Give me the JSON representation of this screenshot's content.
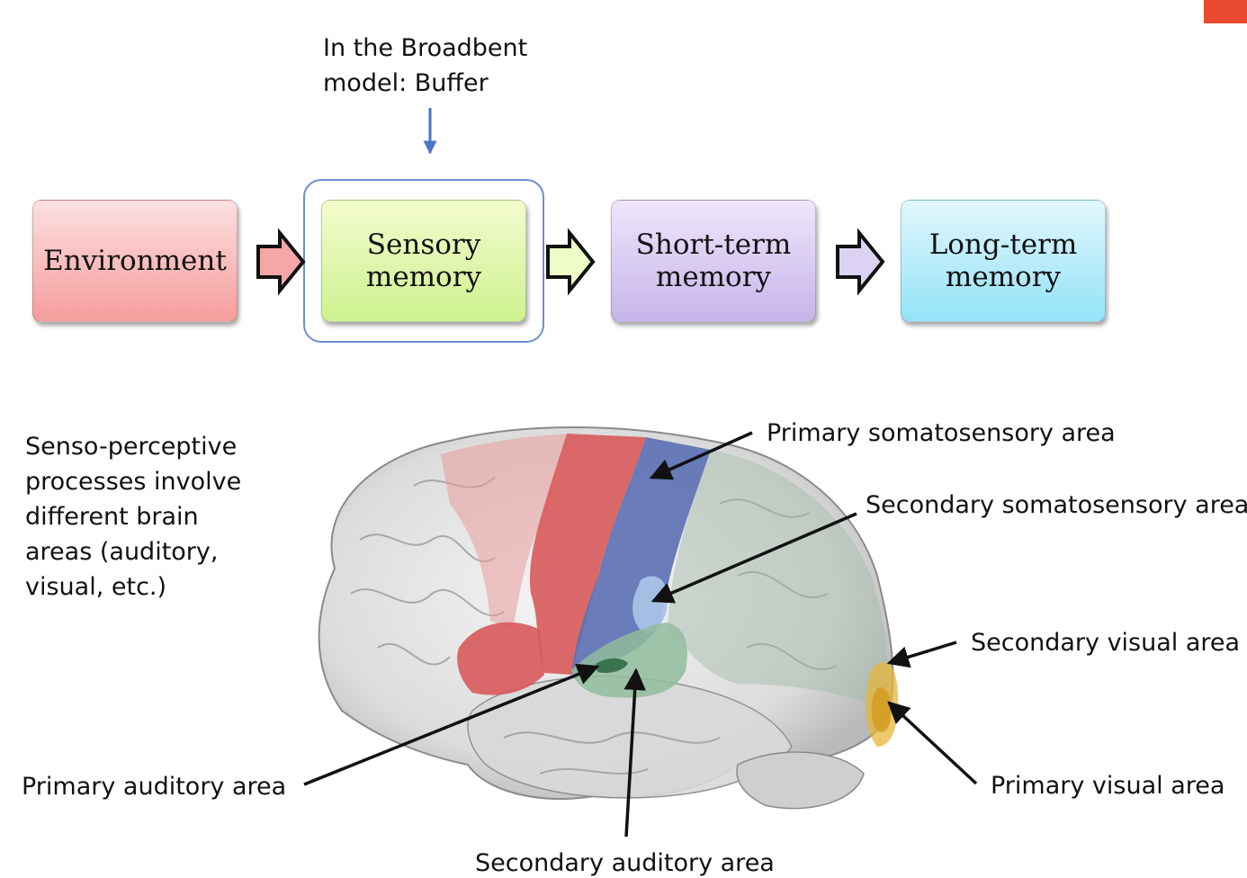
{
  "buffer_note": {
    "line1": "In the Broadbent",
    "line2": "model: Buffer"
  },
  "flow": {
    "environment": "Environment",
    "sensory": "Sensory\nmemory",
    "short_term": "Short-term\nmemory",
    "long_term": "Long-term\nmemory"
  },
  "side_text": {
    "lines": [
      "Senso-perceptive",
      "processes involve",
      "different brain",
      "areas (auditory,",
      "visual, etc.)"
    ]
  },
  "brain_labels": {
    "primary_somatosensory": "Primary somatosensory area",
    "secondary_somatosensory": "Secondary somatosensory area",
    "secondary_visual": "Secondary visual area",
    "primary_visual": "Primary visual area",
    "primary_auditory": "Primary auditory area",
    "secondary_auditory": "Secondary auditory area"
  },
  "colors": {
    "environment": "#f59d9d",
    "sensory": "#cdf28f",
    "short_term": "#c7b5ea",
    "long_term": "#93e3f8",
    "buffer_frame": "#6f8ed0",
    "motor_area": "#d85a5a",
    "somatosensory_area": "#5b6fb2",
    "auditory_area": "#8fbc9c",
    "visual_area": "#e6b53a",
    "badge": "#e8492f"
  }
}
